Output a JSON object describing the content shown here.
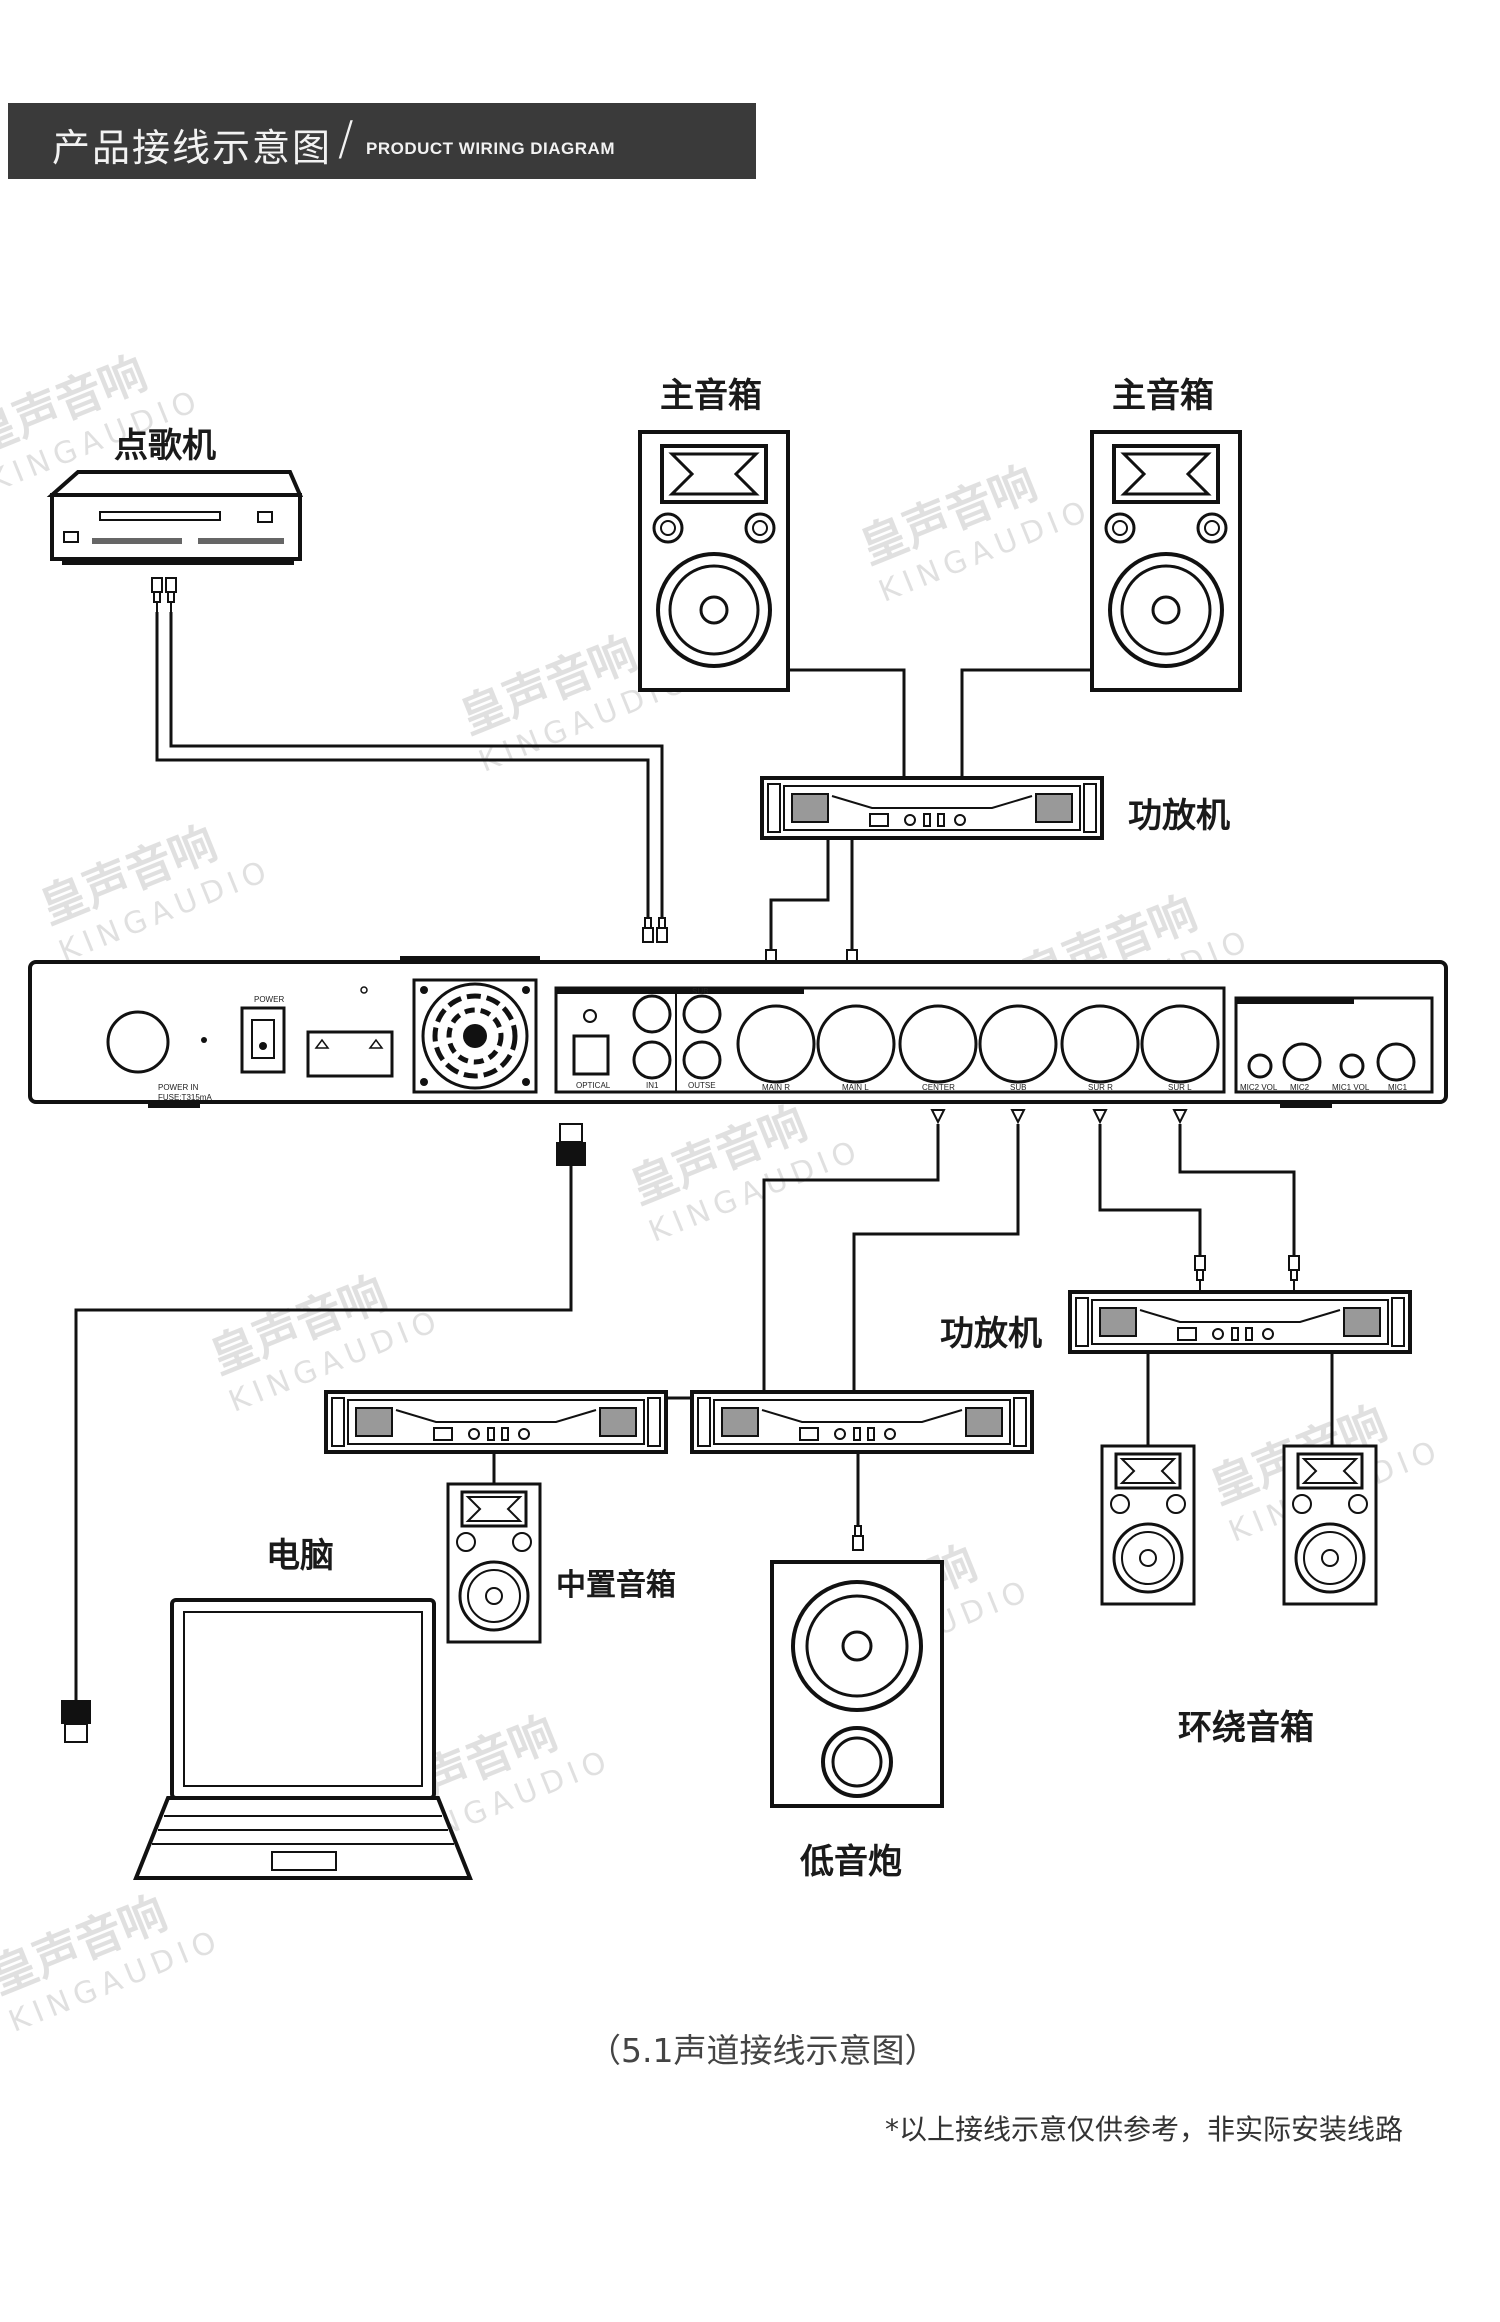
{
  "header": {
    "title_zh": "产品接线示意图",
    "separator": "/",
    "title_en": "PRODUCT WIRING DIAGRAM"
  },
  "labels": {
    "ktv_player": "点歌机",
    "main_speaker_left": "主音箱",
    "main_speaker_right": "主音箱",
    "amp_top": "功放机",
    "amp_right": "功放机",
    "computer": "电脑",
    "center_speaker": "中置音箱",
    "subwoofer": "低音炮",
    "surround_speakers": "环绕音箱"
  },
  "rear_panel": {
    "power_label": "POWER",
    "power_in": "POWER IN",
    "fuse": "FUSE:T315mA",
    "ports": [
      "OPTICAL",
      "IN1",
      "SUB",
      "OUTSE",
      "MAIN R",
      "MAIN L",
      "CENTER",
      "SUB",
      "SUR R",
      "SUR L",
      "MIC2 VOL",
      "MIC2",
      "MIC1 VOL",
      "MIC1"
    ]
  },
  "footer": {
    "caption": "（5.1声道接线示意图）",
    "disclaimer": "*以上接线示意仅供参考，非实际安装线路"
  },
  "watermark": {
    "brand_zh": "皇声音响",
    "brand_en": "KINGAUDIO"
  },
  "colors": {
    "header_bg": "#3a3a3a",
    "line": "#1a1a1a",
    "watermark": "#c8c8c8"
  }
}
